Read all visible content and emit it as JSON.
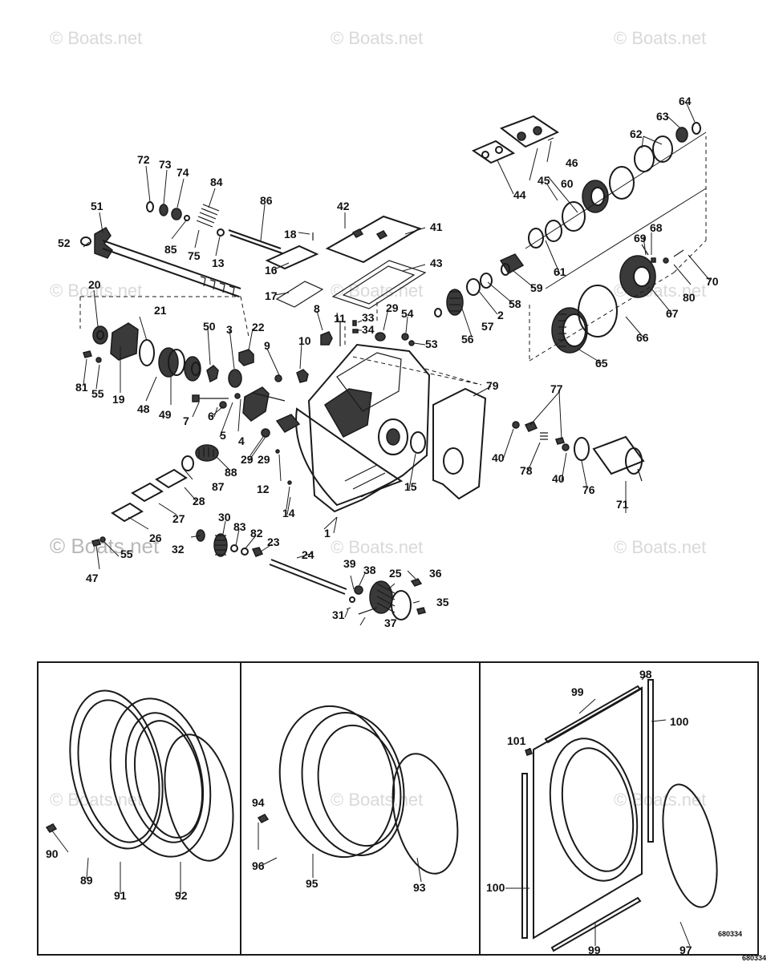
{
  "watermark": "© Boats.net",
  "drawing_code": "680334",
  "corner_code": "680334",
  "callouts": [
    "1",
    "2",
    "3",
    "4",
    "5",
    "6",
    "7",
    "8",
    "9",
    "10",
    "11",
    "12",
    "13",
    "14",
    "15",
    "16",
    "17",
    "18",
    "19",
    "20",
    "21",
    "22",
    "23",
    "24",
    "25",
    "26",
    "27",
    "28",
    "29",
    "29",
    "29",
    "30",
    "31",
    "32",
    "33",
    "34",
    "35",
    "36",
    "37",
    "38",
    "39",
    "40",
    "40",
    "41",
    "42",
    "43",
    "44",
    "45",
    "46",
    "47",
    "48",
    "49",
    "50",
    "51",
    "52",
    "53",
    "54",
    "55",
    "55",
    "56",
    "57",
    "58",
    "59",
    "60",
    "61",
    "62",
    "63",
    "64",
    "65",
    "66",
    "67",
    "68",
    "69",
    "70",
    "71",
    "72",
    "73",
    "74",
    "75",
    "76",
    "77",
    "78",
    "79",
    "80",
    "81",
    "82",
    "83",
    "84",
    "85",
    "86",
    "87",
    "88",
    "89",
    "90",
    "91",
    "92",
    "93",
    "94",
    "95",
    "96",
    "97",
    "98",
    "99",
    "99",
    "100",
    "100",
    "101"
  ]
}
